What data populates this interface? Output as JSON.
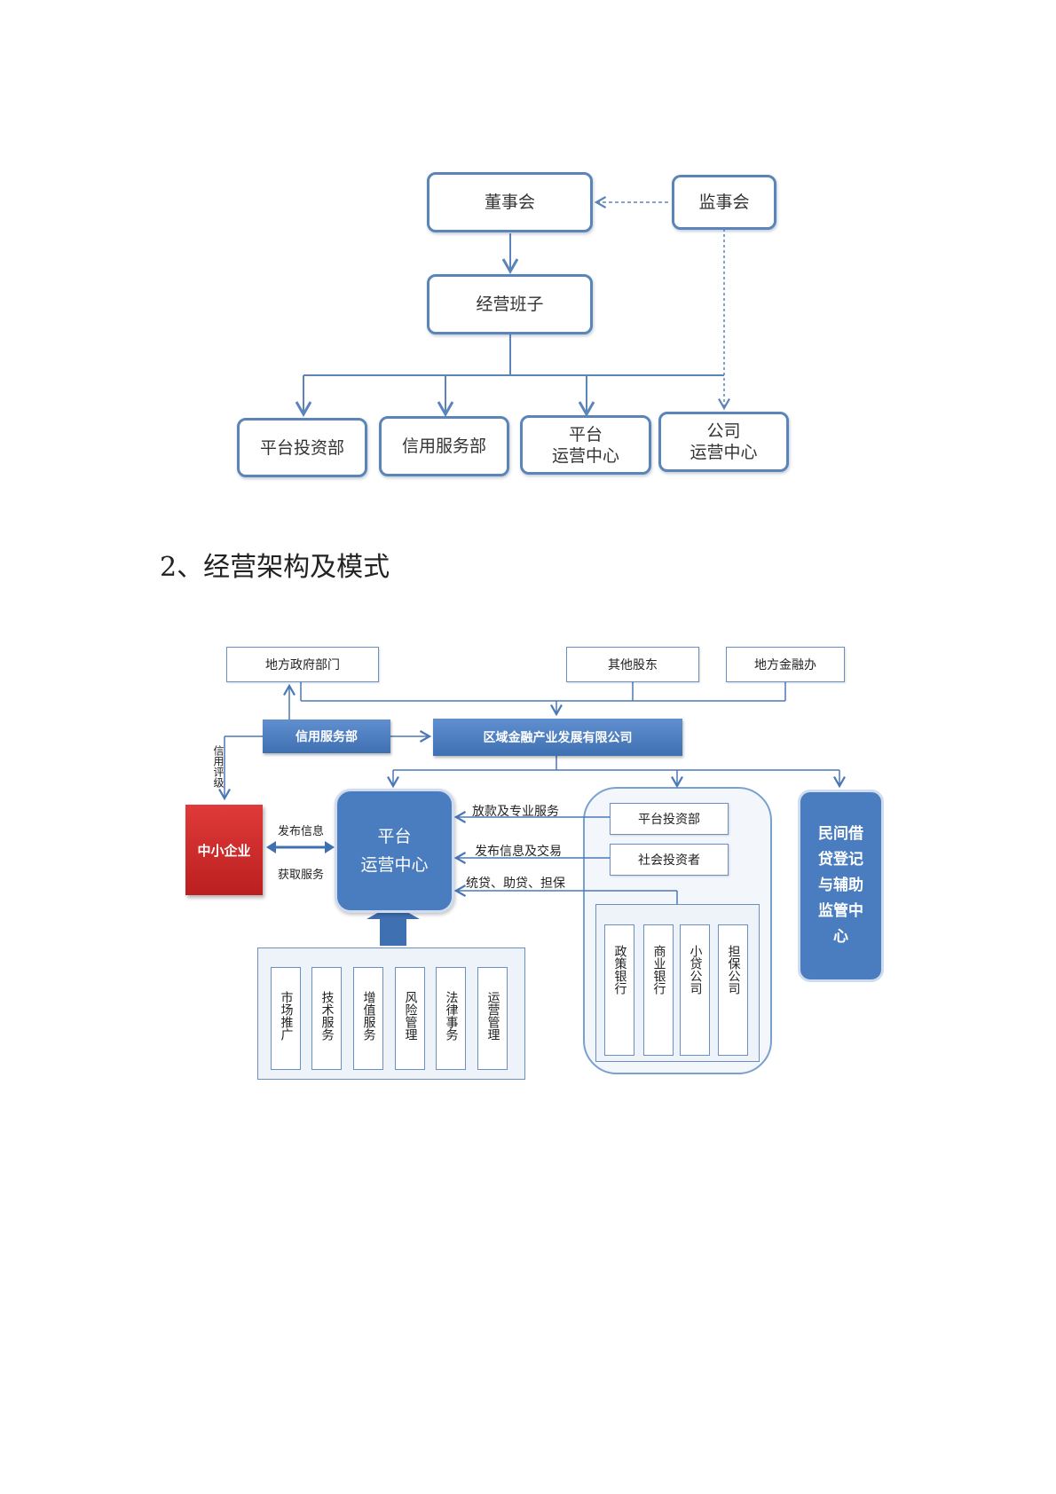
{
  "org_chart": {
    "board": "董事会",
    "supervisors": "监事会",
    "management": "经营班子",
    "departments": [
      "平台投资部",
      "信用服务部",
      "平台\n运营中心",
      "公司\n运营中心"
    ]
  },
  "section_heading": "2、经营架构及模式",
  "model": {
    "gov_dept": "地方政府部门",
    "other_shareholders": "其他股东",
    "finance_office": "地方金融办",
    "credit_dept": "信用服务部",
    "company": "区域金融产业发展有限公司",
    "credit_rating_label": "信用评级",
    "sme": "中小企业",
    "publish_info_label": "发布信息",
    "get_service_label": "获取服务",
    "platform_center_line1": "平台",
    "platform_center_line2": "运营中心",
    "lending_label": "放款及专业服务",
    "publish_trade_label": "发布信息及交易",
    "support_label": "统贷、助贷、担保",
    "platform_investment": "平台投资部",
    "social_investors": "社会投资者",
    "institutions": [
      "政策银行",
      "商业银行",
      "小贷公司",
      "担保公司"
    ],
    "supervision_center": "民间借贷登记与辅助监管中心",
    "functions": [
      "市场推广",
      "技术服务",
      "增值服务",
      "风险管理",
      "法律事务",
      "运营管理"
    ]
  },
  "colors": {
    "line": "#5b84b9",
    "blue": "#4a7cc0",
    "red": "#cc2b2b"
  }
}
